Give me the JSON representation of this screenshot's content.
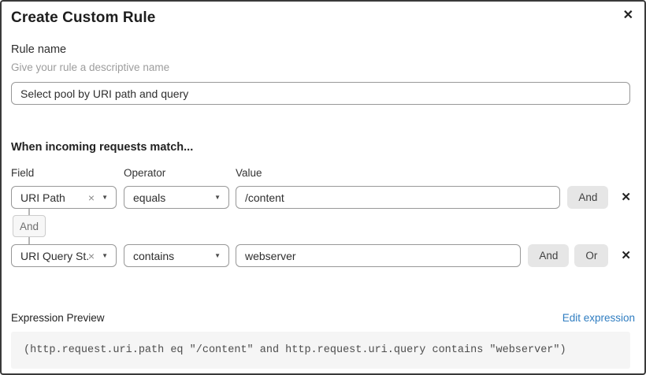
{
  "dialog": {
    "title": "Create Custom Rule"
  },
  "icons": {
    "close": "✕",
    "delete_row": "✕",
    "clear_selection": "×",
    "chevron_down": "▼"
  },
  "rule_name": {
    "label": "Rule name",
    "hint": "Give your rule a descriptive name",
    "value": "Select pool by URI path and query"
  },
  "matcher": {
    "heading": "When incoming requests match...",
    "columns": {
      "field": "Field",
      "operator": "Operator",
      "value": "Value"
    },
    "rows": [
      {
        "field": "URI Path",
        "operator": "equals",
        "value": "/content",
        "and_label": "And"
      },
      {
        "field": "URI Query St...",
        "operator": "contains",
        "value": "webserver",
        "and_label": "And",
        "or_label": "Or"
      }
    ],
    "join_badge": "And"
  },
  "expression": {
    "label": "Expression Preview",
    "edit_link": "Edit expression",
    "preview": "(http.request.uri.path eq \"/content\" and http.request.uri.query contains \"webserver\")"
  },
  "colors": {
    "link": "#2f7dc1",
    "code_background": "#f5f5f5",
    "connector_button_background": "#e6e6e6",
    "dialog_border": "#3a3a3a"
  }
}
